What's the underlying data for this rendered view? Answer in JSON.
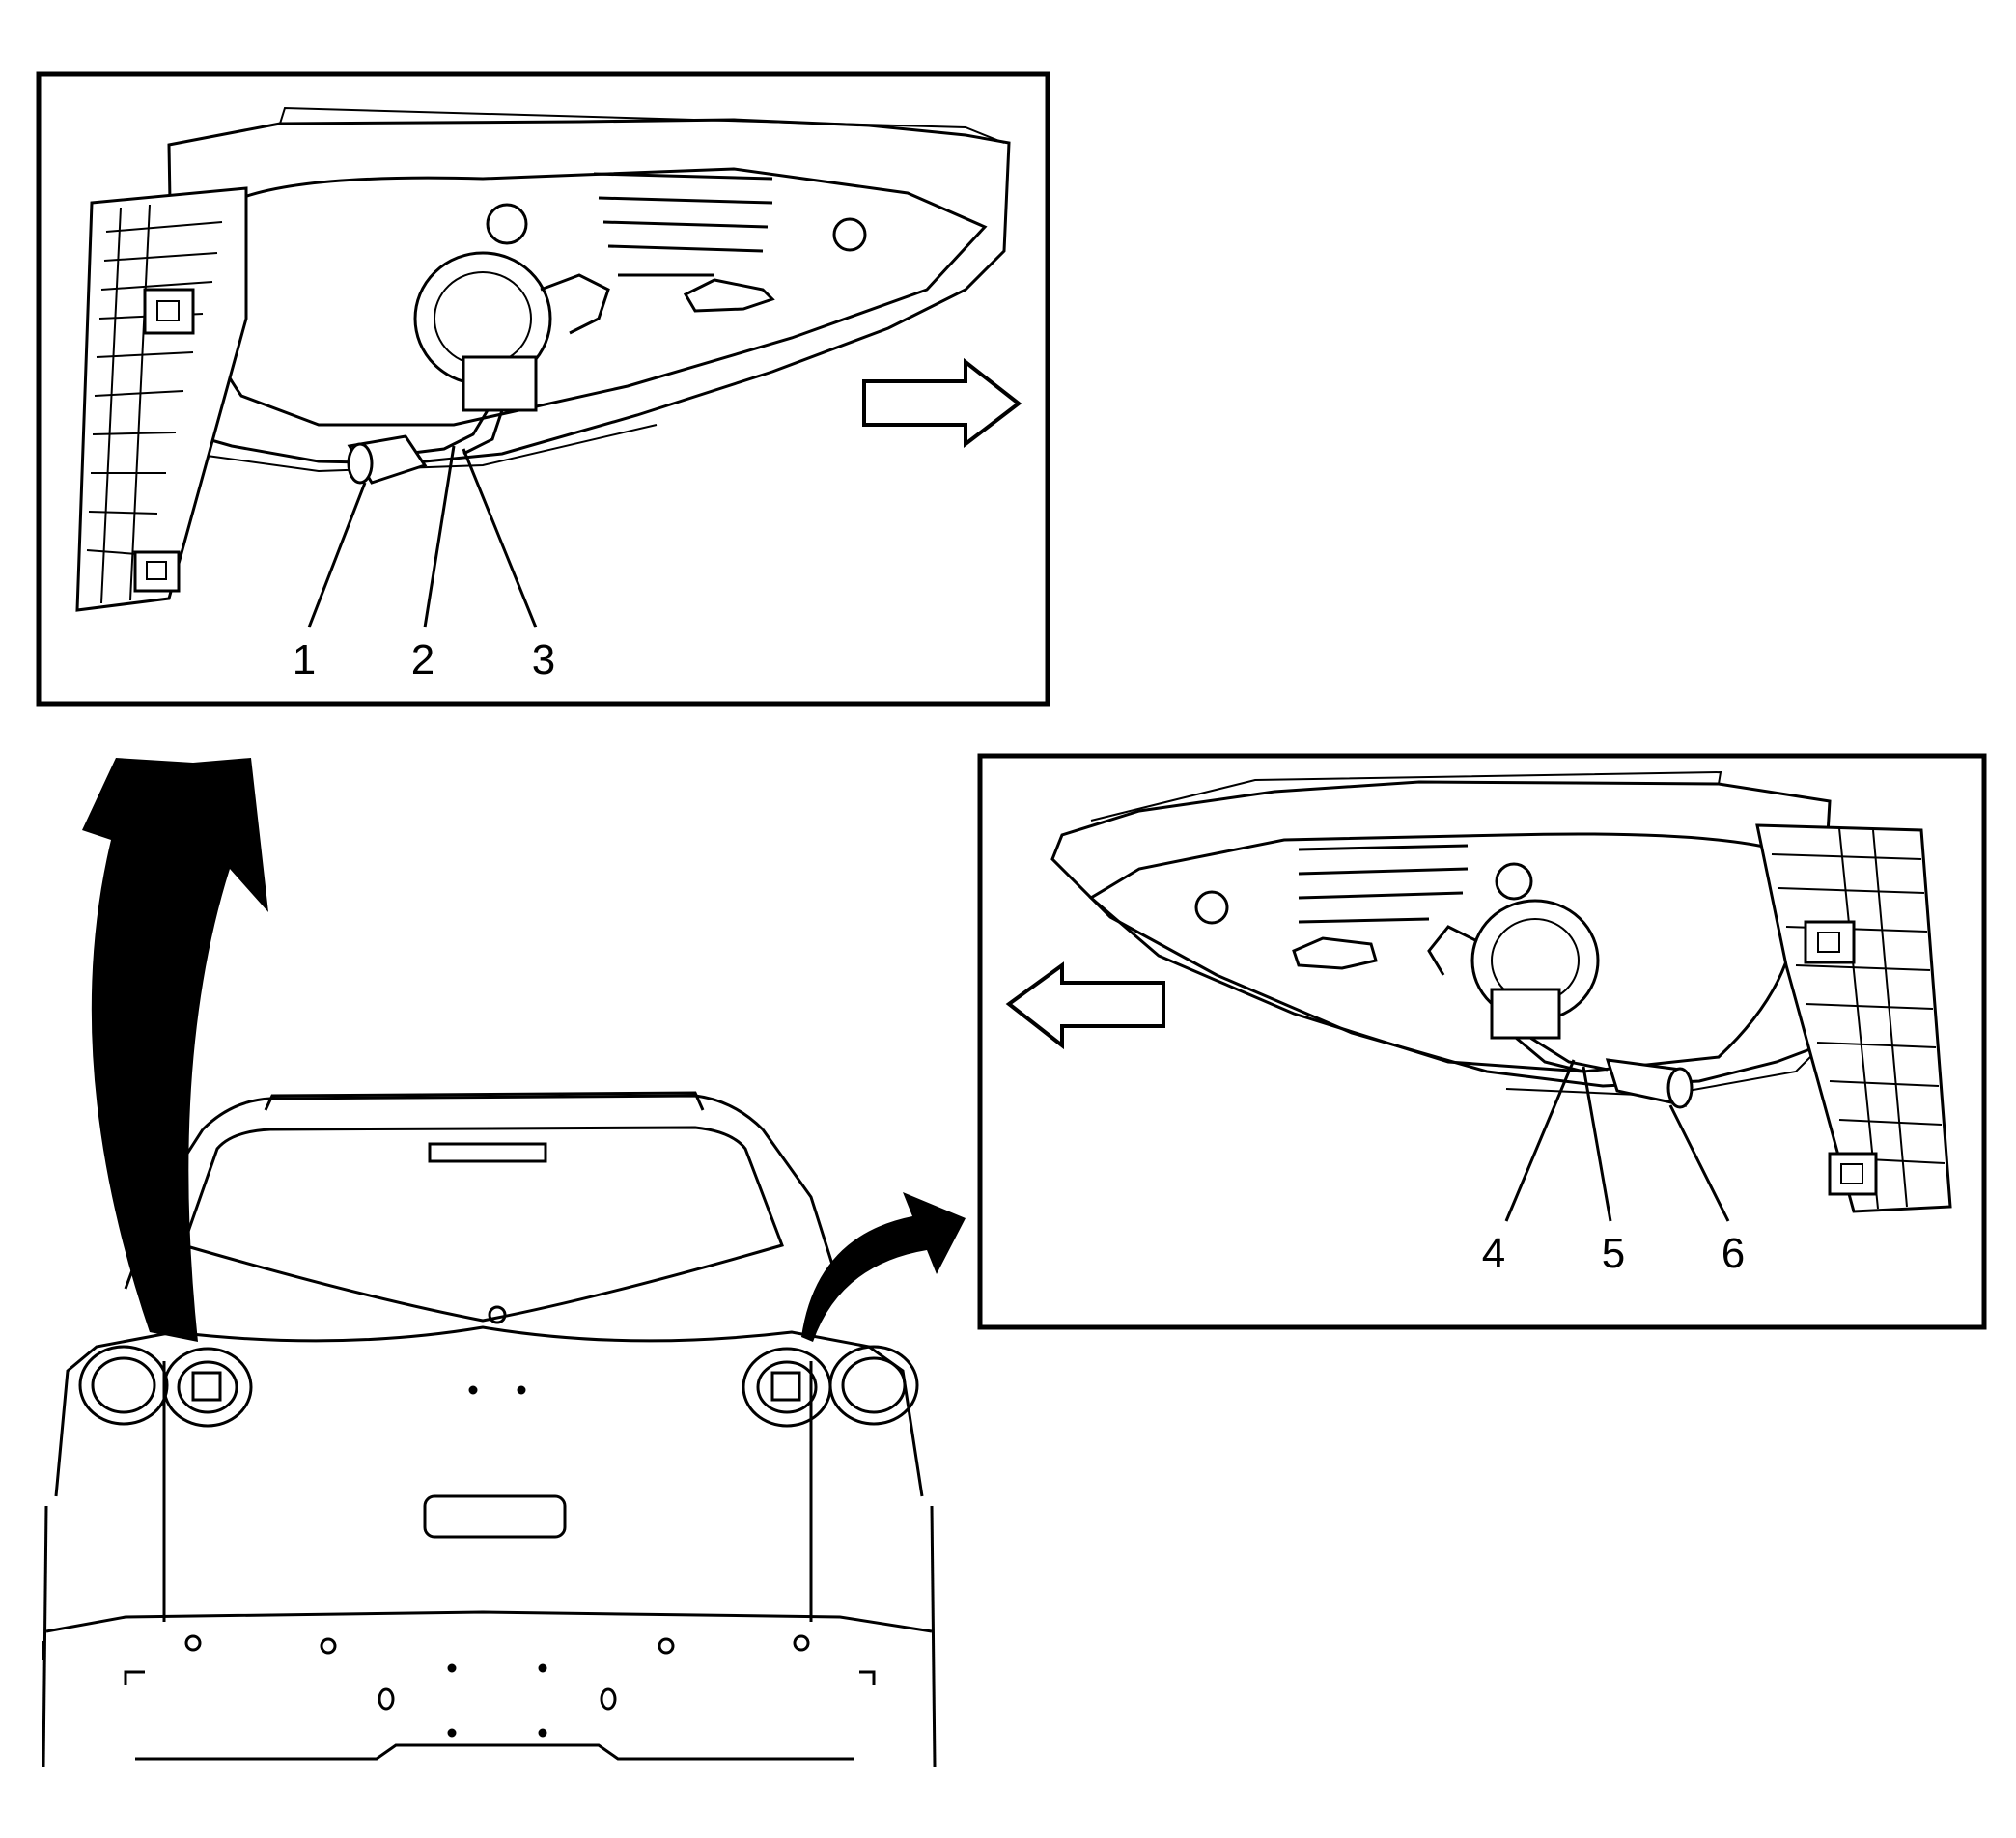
{
  "callouts": {
    "left_lamp": [
      "1",
      "2",
      "3"
    ],
    "right_lamp": [
      "4",
      "5",
      "6"
    ]
  },
  "colors": {
    "ink": "#000000",
    "paper": "#ffffff",
    "shade": "#d9d9d9"
  },
  "icons": {
    "direction_left_panel": "outline-arrow-right-icon",
    "direction_right_panel": "outline-arrow-left-icon",
    "view_pointer_left": "curved-arrow-icon",
    "view_pointer_right": "curved-arrow-icon"
  }
}
